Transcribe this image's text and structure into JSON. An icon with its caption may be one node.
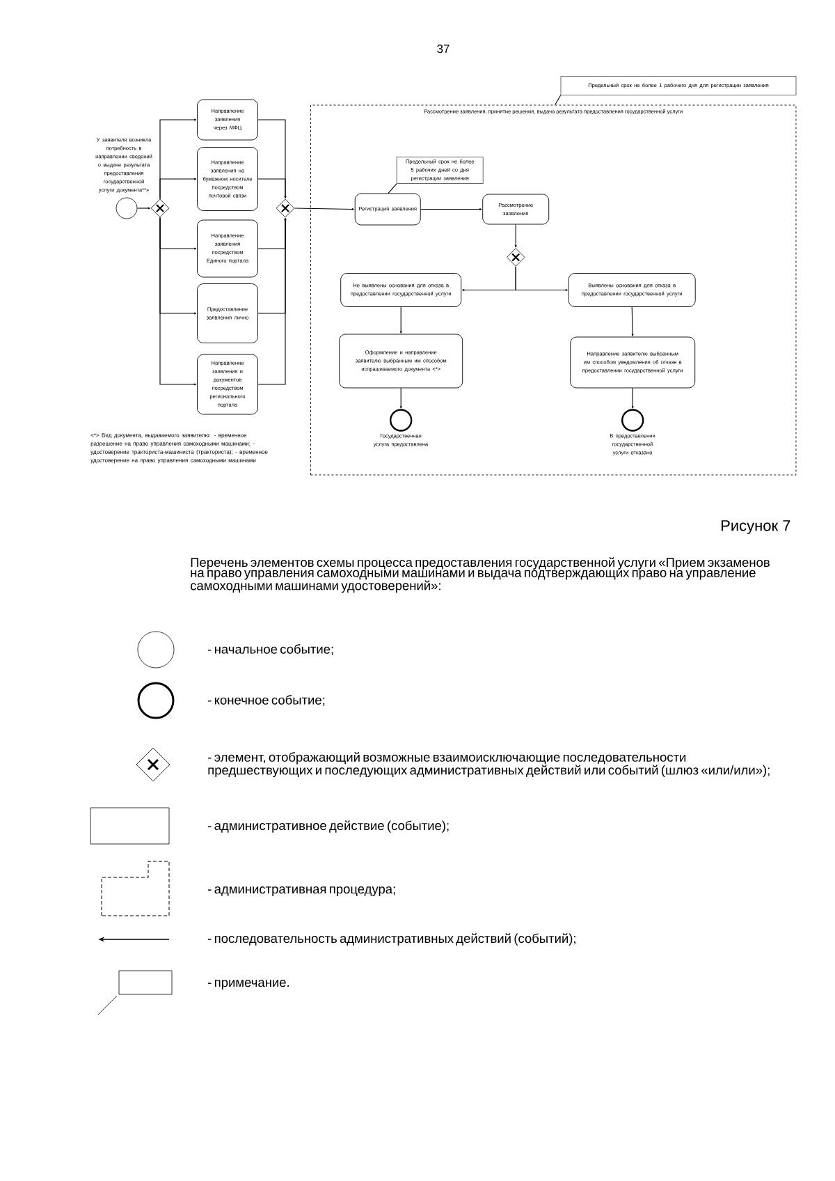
{
  "diagram": {
    "nodes": [
      {
        "text": [],
        "shape": "circle",
        "beside": [
          "У заявителя возникла потребность в направлении сведений о выдаче результата предоставления государственной услуги документа**»"
        ]
      },
      {
        "text": [],
        "shape": "diamond"
      },
      {
        "text": [
          "Направление заявления через МФЦ"
        ]
      },
      {
        "text": [
          "Направление заявления на бумажном носителе посредством почтовой связи"
        ]
      },
      {
        "text": [
          "Направление заявления посредством Единого портала"
        ]
      },
      {
        "text": [
          "Предоставление заявления лично"
        ]
      },
      {
        "text": [
          "Направление заявления и документов посредством регионального портала"
        ]
      },
      {
        "text": [],
        "shape": "diamond"
      },
      {
        "text": [
          "Предельный срок не более 1 рабочего дня для регистрации заявления"
        ]
      },
      {
        "text": [
          "Рассмотрение заявления, принятие решения, выдача результата предоставления государственной услуги"
        ]
      },
      {
        "text": [
          "Предельный срок не более 5 рабочих дней со дня регистрации заявления"
        ],
        "in": 9
      },
      {
        "text": [
          "Регистрация заявления"
        ],
        "in": 9
      },
      {
        "text": [
          "Рассмотрение заявления"
        ],
        "in": 9
      },
      {
        "text": [],
        "shape": "diamond",
        "in": 9
      },
      {
        "text": [
          "Не выявлены основания для отказа в предоставлении государственной услуги"
        ],
        "in": 9
      },
      {
        "text": [
          "Выявлены основания для отказа в предоставлении государственной услуги"
        ],
        "in": 9
      },
      {
        "text": [
          "Оформление и направление заявителю выбранным им способом испрашиваемого документа <*>"
        ],
        "in": 9
      },
      {
        "text": [
          "Направление заявителю выбранным им способом уведомления об отказе в предоставлении государственной услуги"
        ],
        "in": 9
      },
      {
        "text": [],
        "shape": "circle",
        "in": 9,
        "beside": [
          "Государственная услуга предоставлена"
        ]
      },
      {
        "text": [],
        "shape": "circle",
        "in": 9,
        "beside": [
          "В предоставлении государственной услуги отказано"
        ]
      }
    ],
    "edges": [
      {
        "from": 0,
        "to": 1,
        "arrow": "to"
      },
      {
        "from": 1,
        "to": 2,
        "arrow": "to"
      },
      {
        "from": 1,
        "to": 3,
        "arrow": "to"
      },
      {
        "from": 1,
        "to": 4,
        "arrow": "to"
      },
      {
        "from": 1,
        "to": 5,
        "arrow": "to"
      },
      {
        "from": 1,
        "to": 6,
        "arrow": "to"
      },
      {
        "from": 2,
        "to": 7,
        "arrow": "to"
      },
      {
        "from": 3,
        "to": 7,
        "arrow": "to"
      },
      {
        "from": 4,
        "to": 7,
        "arrow": "to"
      },
      {
        "from": 5,
        "to": 7,
        "arrow": "to"
      },
      {
        "from": 6,
        "to": 7,
        "arrow": "to"
      },
      {
        "from": 7,
        "to": 11,
        "arrow": "to"
      },
      {
        "from": 11,
        "to": 12,
        "arrow": "to"
      },
      {
        "from": 12,
        "to": 13,
        "arrow": "to"
      },
      {
        "from": 13,
        "to": 14,
        "arrow": "to"
      },
      {
        "from": 13,
        "to": 15,
        "arrow": "to"
      },
      {
        "from": 14,
        "to": 16,
        "arrow": "to"
      },
      {
        "from": 15,
        "to": 17,
        "arrow": "to"
      },
      {
        "from": 16,
        "to": 18,
        "arrow": "to"
      },
      {
        "from": 17,
        "to": 19,
        "arrow": "to"
      },
      {
        "from": 8,
        "to": 9,
        "arrow": "none"
      },
      {
        "from": 10,
        "to": 11,
        "arrow": "none"
      }
    ],
    "labels": [
      "37",
      "<*> Вид документа, выдаваемого заявителю: - временное разрешение на право управления самоходными машинами; - удостоверение тракториста-машиниста (тракториста); - временное удостоверение на право управления самоходными машинами",
      "Рисунок 7",
      "Перечень элементов схемы процесса предоставления государственной услуги «Прием экзаменов на право управления самоходными машинами и выдача подтверждающих право на управление самоходными машинами удостоверений»:"
    ],
    "legend": [
      {
        "text": "- начальное событие;"
      },
      {
        "text": "- конечное событие;"
      },
      {
        "text": "- элемент, отображающий возможные взаимоисключающие последовательности предшествующих и последующих административных действий или событий (шлюз «или/или»);"
      },
      {
        "text": "- административное действие (событие);"
      },
      {
        "text": "- административная процедура;"
      },
      {
        "text": "- последовательность административных действий (событий);"
      },
      {
        "text": "- примечание."
      }
    ]
  }
}
